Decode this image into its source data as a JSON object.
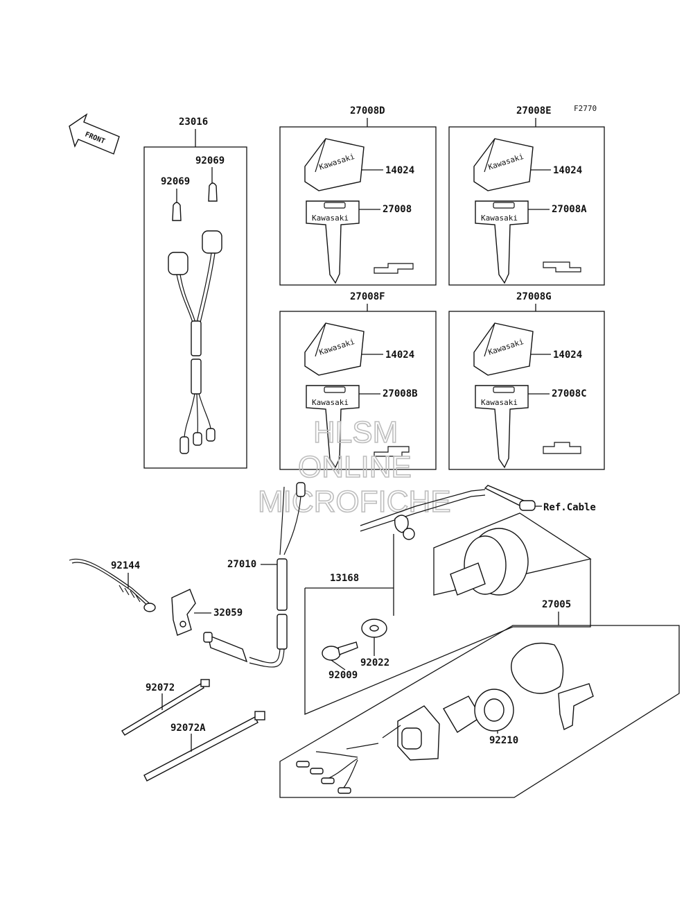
{
  "figure_code": "F2770",
  "front_label": "FRONT",
  "watermark": [
    "HLSM",
    "ONLINE",
    "MICROFICHE"
  ],
  "labels": {
    "l23016": "23016",
    "l92069a": "92069",
    "l92069b": "92069",
    "l27008D": "27008D",
    "l27008E": "27008E",
    "l27008F": "27008F",
    "l27008G": "27008G",
    "l14024a": "14024",
    "l14024b": "14024",
    "l14024c": "14024",
    "l14024d": "14024",
    "l27008": "27008",
    "l27008A": "27008A",
    "l27008B": "27008B",
    "l27008C": "27008C",
    "lRefCable": "Ref.Cable",
    "l92144": "92144",
    "l27010": "27010",
    "l32059": "32059",
    "l13168": "13168",
    "l27005": "27005",
    "l92022": "92022",
    "l92009": "92009",
    "l92072": "92072",
    "l92072A": "92072A",
    "l92210": "92210"
  },
  "key_brand": "Kawasaki"
}
